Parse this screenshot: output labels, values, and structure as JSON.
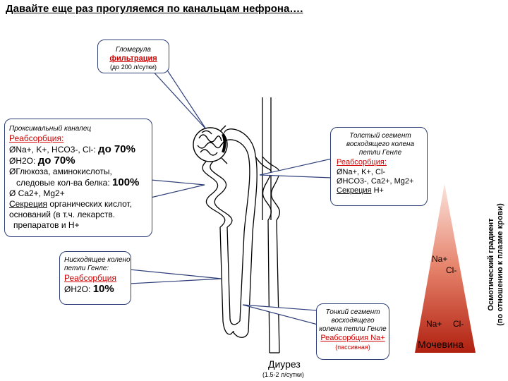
{
  "title": "Давайте еще раз прогуляемся по канальцам нефрона….",
  "glomerulus": {
    "label": "Гломерула",
    "process": "фильтрация",
    "amount": "(до 200 л/сутки)"
  },
  "proximal": {
    "label": "Проксимальный каналец",
    "reabs": "Реабсорбция:",
    "ions": "ØNa+, K+, HCO3-, Cl-:",
    "ions_pct": "до 70%",
    "water": "ØH2O:",
    "water_pct": "до 70%",
    "glucose": "ØГлюкоза, аминокислоты,",
    "glucose2": "следовые кол-ва белка:",
    "glucose_pct": "100%",
    "ca": "Ø Ca2+, Mg2+",
    "secretion": "Секреция",
    "secretion_rest": " органических кислот,",
    "sec2": "оснований (в т.ч. лекарств.",
    "sec3": "препаратов и H+"
  },
  "thick": {
    "l1": "Толстый сегмент",
    "l2": "восходящего колена",
    "l3": "петли Генле",
    "reabs": "Реабсорбция:",
    "ions1": "ØNa+, K+, Cl-",
    "ions2": "ØHCO3-, Ca2+, Mg2+",
    "secretion": "Секреция",
    "secretion_rest": " H+"
  },
  "descending": {
    "l1": "Нисходящее колено",
    "l2": "петли Генле:",
    "reabs": "Реабсорбция",
    "water": "ØH2O:",
    "water_pct": "10%"
  },
  "thin": {
    "l1": "Тонкий сегмент",
    "l2": "восходящего",
    "l3": "колена петли Генле",
    "reabs": "Реабсорбция Na+",
    "passive": "(пассивная)"
  },
  "diuresis": {
    "label": "Диурез",
    "amount": "(1.5-2 л/сутки)"
  },
  "gradient": {
    "na_top": "Na+",
    "cl_top": "Cl-",
    "na_bottom": "Na+",
    "cl_bottom": "Cl-",
    "urea": "Мочевина",
    "axis1": "Осмотический градиент",
    "axis2": "(по отношению к плазме крови)"
  },
  "colors": {
    "accent_red": "#d00000",
    "callout_border": "#2e3f7a",
    "triangle_top": "#fbe4de",
    "triangle_bottom": "#b02010"
  }
}
